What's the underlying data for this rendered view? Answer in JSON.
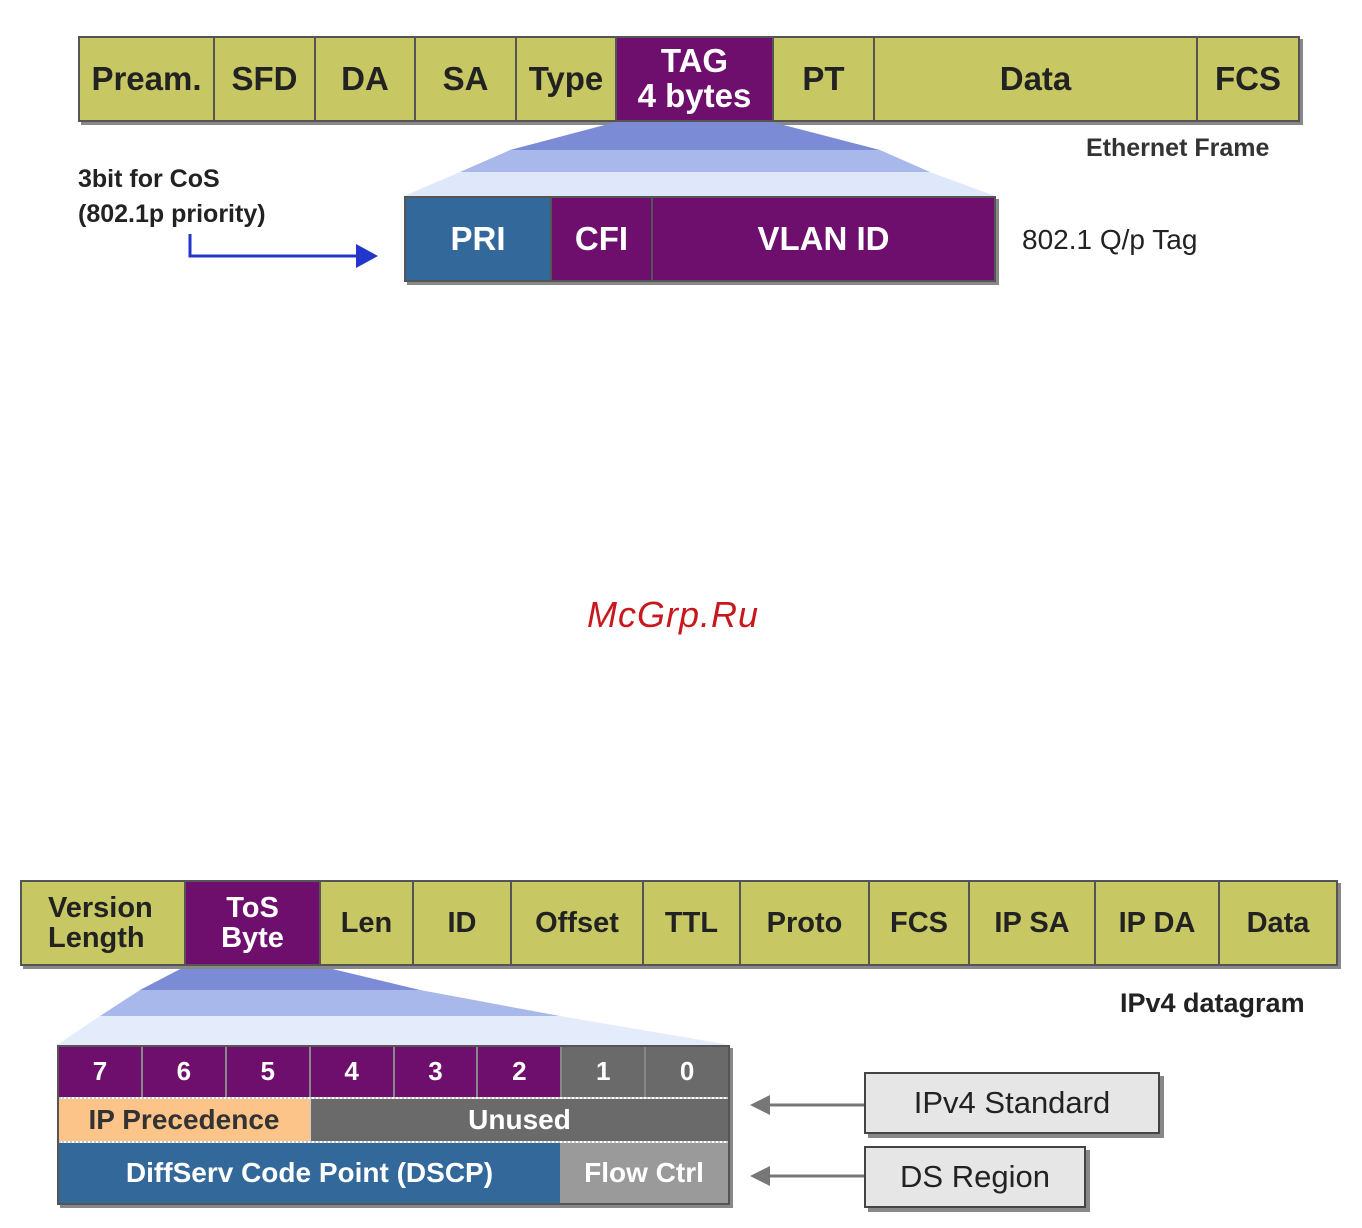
{
  "ethernet": {
    "fields": [
      {
        "label": "Pream.",
        "color": "#c7c763"
      },
      {
        "label": "SFD",
        "color": "#c7c763"
      },
      {
        "label": "DA",
        "color": "#c7c763"
      },
      {
        "label": "SA",
        "color": "#c7c763"
      },
      {
        "label": "Type",
        "color": "#c7c763"
      },
      {
        "label_line1": "TAG",
        "label_line2": "4 bytes",
        "color": "#6e0f6e"
      },
      {
        "label": "PT",
        "color": "#c7c763"
      },
      {
        "label": "Data",
        "color": "#c7c763"
      },
      {
        "label": "FCS",
        "color": "#c7c763"
      }
    ],
    "caption": "Ethernet Frame"
  },
  "tag": {
    "fields": [
      {
        "label": "PRI",
        "color": "#33689b"
      },
      {
        "label": "CFI",
        "color": "#6e0f6e"
      },
      {
        "label": "VLAN ID",
        "color": "#6e0f6e"
      }
    ],
    "caption": "802.1 Q/p Tag",
    "cos_note_line1": "3bit for CoS",
    "cos_note_line2": "(802.1p priority)"
  },
  "watermark": "McGrp.Ru",
  "ipv4": {
    "fields": [
      {
        "label_line1": "Version",
        "label_line2": "Length",
        "color": "#c7c763"
      },
      {
        "label_line1": "ToS",
        "label_line2": "Byte",
        "color": "#6e0f6e"
      },
      {
        "label": "Len",
        "color": "#c7c763"
      },
      {
        "label": "ID",
        "color": "#c7c763"
      },
      {
        "label": "Offset",
        "color": "#c7c763"
      },
      {
        "label": "TTL",
        "color": "#c7c763"
      },
      {
        "label": "Proto",
        "color": "#c7c763"
      },
      {
        "label": "FCS",
        "color": "#c7c763"
      },
      {
        "label": "IP SA",
        "color": "#c7c763"
      },
      {
        "label": "IP DA",
        "color": "#c7c763"
      },
      {
        "label": "Data",
        "color": "#c7c763"
      }
    ],
    "caption": "IPv4 datagram"
  },
  "tos": {
    "bits": [
      "7",
      "6",
      "5",
      "4",
      "3",
      "2",
      "1",
      "0"
    ],
    "ip_precedence": "IP Precedence",
    "unused": "Unused",
    "dscp": "DiffServ Code Point (DSCP)",
    "flow_ctrl": "Flow Ctrl",
    "callout_standard": "IPv4 Standard",
    "callout_ds": "DS Region"
  }
}
